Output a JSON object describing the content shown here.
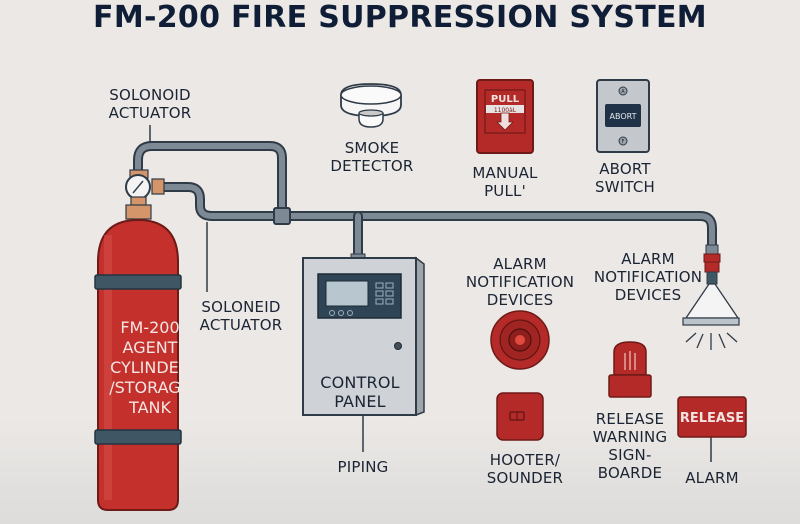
{
  "title": "FM-200 FIRE SUPPRESSION SYSTEM",
  "colors": {
    "background": "#ebe8e5",
    "title": "#0f1e36",
    "pipe": "#7d8a96",
    "pipe_outline": "#2f3b47",
    "cylinder_red": "#c4312c",
    "cylinder_band": "#3f5664",
    "device_red": "#b32a28",
    "control_panel": "#cfd3d8",
    "panel_display": "#2f4556",
    "brass": "#d4956b"
  },
  "components": {
    "solenoid_actuator_top": {
      "label": [
        "SOLONOID",
        "ACTUATOR"
      ],
      "icon": "pressure-gauge-icon"
    },
    "solenoid_actuator_side": {
      "label": [
        "SOLONEID",
        "ACTUATOR"
      ]
    },
    "cylinder": {
      "label": [
        "FM-200",
        "AGENT",
        "CYLINDER",
        "/STORAGE",
        "TANK"
      ],
      "icon": "gas-cylinder-icon"
    },
    "smoke_detector": {
      "label": [
        "SMOKE",
        "DETECTOR"
      ],
      "icon": "smoke-detector-icon"
    },
    "manual_pull": {
      "label": [
        "MANUAL",
        "PULL'"
      ],
      "icon": "pull-station-icon",
      "device_text": "PULL",
      "device_subtext": "1100àL"
    },
    "abort_switch": {
      "label": [
        "ABORT",
        "SWITCH"
      ],
      "icon": "abort-switch-icon",
      "device_text": "ABORT",
      "screw_top": "A",
      "screw_bottom": "F"
    },
    "control_panel": {
      "label": [
        "CONTROL",
        "PANEL"
      ],
      "icon": "control-panel-icon"
    },
    "piping": {
      "label": [
        "PIPING"
      ]
    },
    "alarm_devices_left": {
      "label": [
        "ALARM",
        "NOTIFICATION",
        "DEVICES"
      ],
      "icon": "bell-icon"
    },
    "alarm_devices_right": {
      "label": [
        "ALARM",
        "NOTIFICATION",
        "DEVICES"
      ],
      "icon": "discharge-nozzle-icon"
    },
    "hooter": {
      "label": [
        "HOOTER/",
        "SOUNDER"
      ],
      "icon": "hooter-icon"
    },
    "release_warning": {
      "label": [
        "RELEASE",
        "WARNING",
        "SIGN-",
        "BOARDE"
      ],
      "icon": "beacon-icon"
    },
    "release_alarm": {
      "label": [
        "ALARM"
      ],
      "icon": "release-sign-icon",
      "sign_text": "RELEASE"
    }
  }
}
